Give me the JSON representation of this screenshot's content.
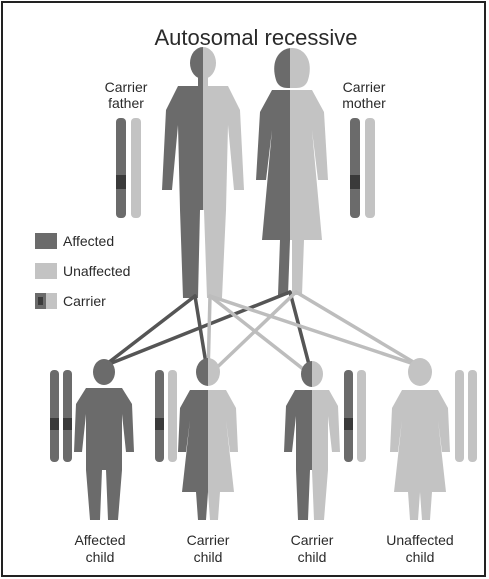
{
  "title": "Autosomal recessive",
  "parents": {
    "father_label": [
      "Carrier",
      "father"
    ],
    "mother_label": [
      "Carrier",
      "mother"
    ]
  },
  "legend": {
    "affected": "Affected",
    "unaffected": "Unaffected",
    "carrier": "Carrier"
  },
  "children": [
    {
      "label": [
        "Affected",
        "child"
      ]
    },
    {
      "label": [
        "Carrier",
        "child"
      ]
    },
    {
      "label": [
        "Carrier",
        "child"
      ]
    },
    {
      "label": [
        "Unaffected",
        "child"
      ]
    }
  ],
  "colors": {
    "affected": "#6b6b6b",
    "unaffected": "#c3c3c3",
    "carrier_band": "#3a3a3a",
    "border": "#222222"
  }
}
